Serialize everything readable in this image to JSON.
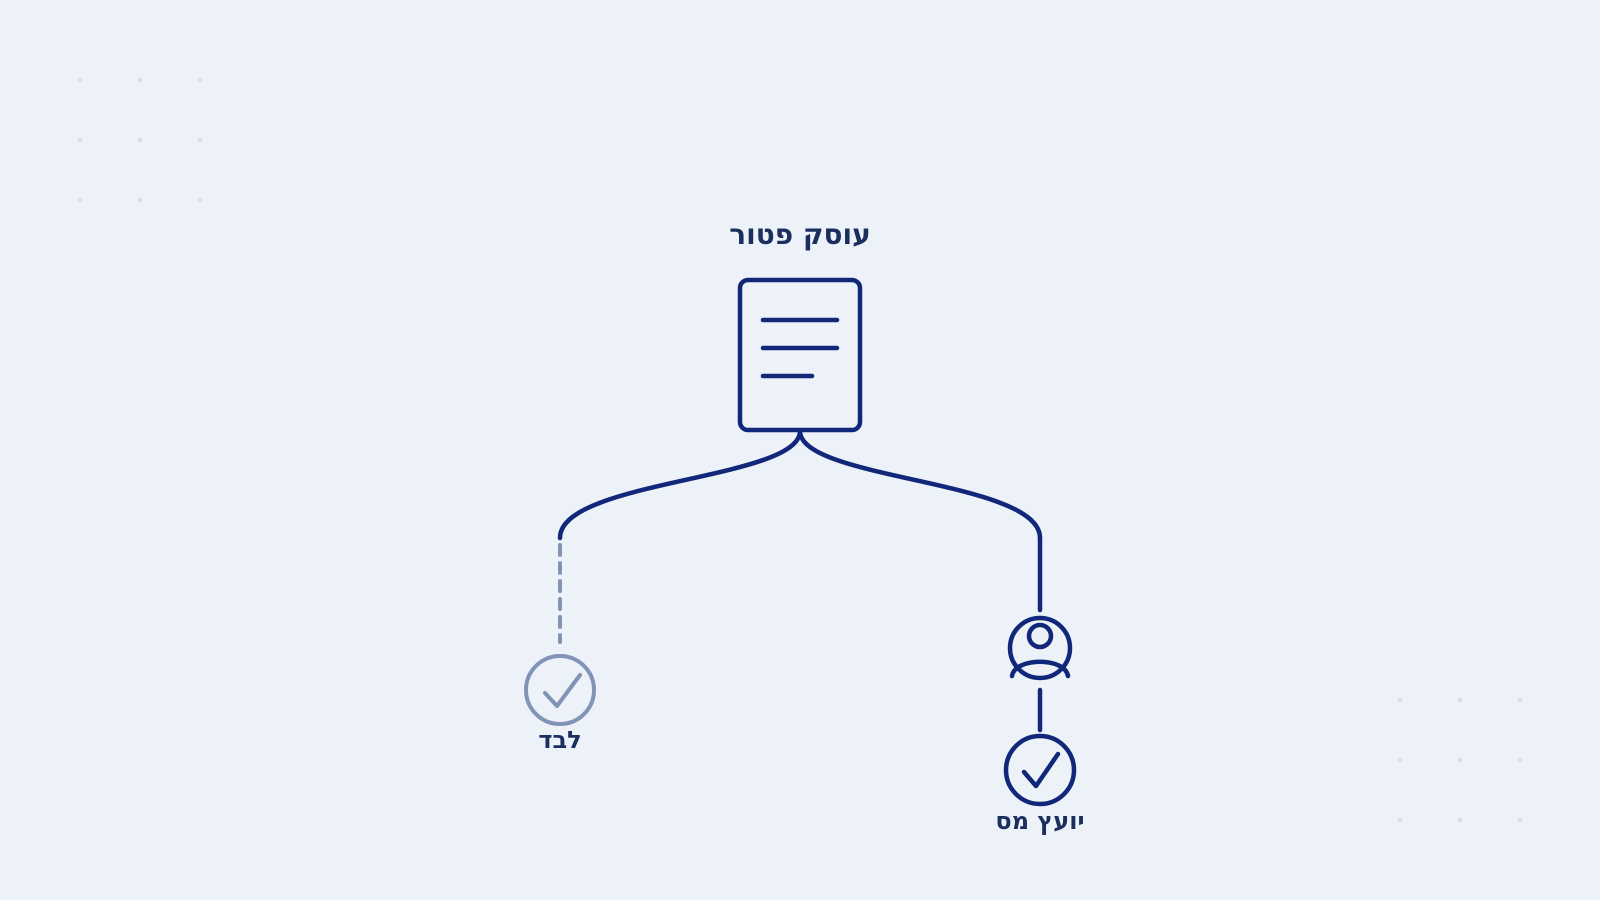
{
  "diagram": {
    "root": {
      "label": "עוסק פטור",
      "icon": "document-icon"
    },
    "branches": [
      {
        "label": "לבד",
        "icon": "check-circle-icon",
        "connector": "dashed",
        "state": "muted"
      },
      {
        "label": "יועץ מס",
        "icon": "check-circle-icon",
        "via_icon": "user-icon",
        "connector": "solid",
        "state": "active"
      }
    ]
  },
  "colors": {
    "background": "#edf2f9",
    "primary": "#10277a",
    "muted": "#8293b8",
    "text": "#1b2f5f",
    "dots": "#d9e0ea"
  }
}
